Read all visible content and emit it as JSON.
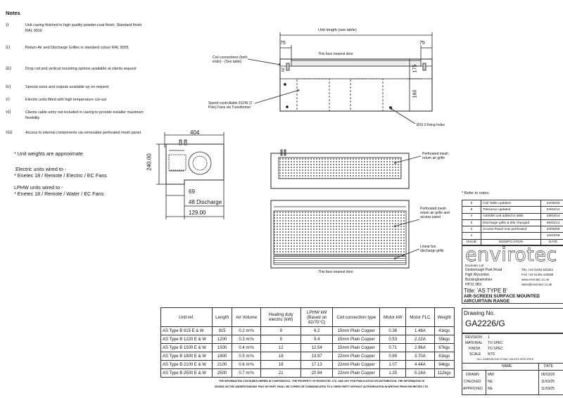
{
  "notes_title": "Notes",
  "notes": [
    {
      "n": "i)",
      "text": "Unit casing finished in high quality powder-coat finish. Standard finish RAL 9016"
    },
    {
      "n": "ii)",
      "text": "Return Air and Discharge Grilles in standard colour RAL 9005"
    },
    {
      "n": "iii)",
      "text": "Drop rod and vertical mounting options available at clients request"
    },
    {
      "n": "iv)",
      "text": "Special sizes and outputs available up on request"
    },
    {
      "n": "v)",
      "text": "Electric units fitted with high temperature cut-out"
    },
    {
      "n": "vi)",
      "text": "Clients cable entry not included in casing to provide installer maximum flexibility"
    },
    {
      "n": "vii)",
      "text": "Access to internal components via removable perforated mesh panel."
    }
  ],
  "weights_note": "* Unit weights are approximate",
  "electric_wired_title": "Electric units wired to -",
  "electric_wired": "* Enetec 18 / Remote / Electric / EC Fans",
  "lphw_wired_title": "LPHW units wired to -",
  "lphw_wired": "* Enetec 18 / Remote / Water / EC Fans",
  "drawing_labels": {
    "length_unit": "Unit length (see table)",
    "dim_75_left": "75",
    "dim_75_right": "75",
    "face_nearest_door_top": "This face nearest door",
    "coil_connections": "Coil connections (both ends) - (See table)",
    "dim_20": "20",
    "dim_175": "175",
    "dim_160": "160",
    "speed_controllable": "Speed controllable 2X2W (2 Pole) Fans via Transformer",
    "fixing_holes": "Ø10.0 fixing holes",
    "dim_404": "404",
    "dim_240": "240.00",
    "dim_69": "69",
    "dim_48": "48 Discharge",
    "dim_129": "129.00",
    "perforated_return": "Perforated mesh return air grille",
    "perforated_access": "Perforated mesh return air grille and access panel",
    "linear_bar": "Linear bar discharge grille",
    "face_nearest_door_bottom": "This face nearest door"
  },
  "spec_table": {
    "headers": [
      "Unit ref.",
      "Length",
      "Air Volume",
      "Heating duty electric (kW)",
      "LPHW kW (Based on 82/70°C)",
      "Coil connection type",
      "Motor kW",
      "Motor FLC",
      "Weight"
    ],
    "rows": [
      [
        "AS Type B 915 E & W",
        "915",
        "0.2 m³/s",
        "9",
        "6.2",
        "15mm Plain Copper",
        "0.36",
        "1.48A",
        "41kgs"
      ],
      [
        "AS Type B 1220 E & W",
        "1200",
        "0.3 m³/s",
        "9",
        "9.4",
        "15mm Plain Copper",
        "0.53",
        "2.22A",
        "55kgs"
      ],
      [
        "AS Type B 1500 E & W",
        "1500",
        "0.4 m³/s",
        "12",
        "12.54",
        "15mm Plain Copper",
        "0.71",
        "2.96A",
        "67kgs"
      ],
      [
        "AS Type B 1800 E & W",
        "1800",
        "0.5 m³/s",
        "18",
        "13.97",
        "22mm Plain Copper",
        "0.89",
        "3.70A",
        "81kgs"
      ],
      [
        "AS Type B 2100 E & W",
        "2100",
        "0.6 m³/s",
        "18",
        "17.13",
        "22mm Plain Copper",
        "1.07",
        "4.44A",
        "94kgs"
      ],
      [
        "AS Type B 2500 E & W",
        "2500",
        "0.7 m³/s",
        "21",
        "20.94",
        "22mm Plain Copper",
        "1.25",
        "5.18A",
        "112kgs"
      ]
    ]
  },
  "refer_notes": "* Refer to notes.",
  "revisions": {
    "rows": [
      [
        "6",
        "Coil Table updated",
        "22/08/16"
      ],
      [
        "5",
        "Tolerance updated",
        "04/04/14"
      ],
      [
        "4",
        "AS0000 unit added to table",
        "19/03/14"
      ],
      [
        "3",
        "Discharge grille & title changed",
        "06/01/14"
      ],
      [
        "2",
        "Access Panel now perforated",
        "23/09/09"
      ],
      [
        "1",
        "",
        "10/03/08"
      ]
    ],
    "footer": [
      "ISSUE",
      "MODIFICATION",
      "DATE"
    ]
  },
  "brand": {
    "logo": "envirotec",
    "company": "Envirotec Ltd",
    "address": [
      "Desborough Park Road",
      "High Wycombe,",
      "Buckinghamshire",
      "HP12 3BX"
    ],
    "tel": "TEL +44 01494 525342",
    "fax": "FAX +44 01494 440558",
    "web": "www.envirotec.co.uk",
    "email": "sales@envirotec.co.uk"
  },
  "title_block": {
    "title": "Title: 'AS TYPE B'",
    "subtitle1": "AIR-SCREEN SURFACE MOUNTED",
    "subtitle2": "AIRCURTAIN RANGE",
    "drawing_no_label": "Drawing No.",
    "drawing_no": "GA2226/G",
    "revision_label": "REVISION",
    "revision": "1",
    "material_label": "MATERIAL",
    "material": "TO SPEC",
    "finish_label": "FINISH",
    "finish": "TO SPEC",
    "scale_label": "SCALE",
    "scale": "NTS",
    "all_dims": "*ALL DIMENSIONS IN MM, UNLESS SPECIFIED",
    "name_hdr": "NAME",
    "date_hdr": "DATE",
    "drawn_label": "DRAWN",
    "drawn_name": "MW",
    "drawn_date": "06/03/25",
    "checked_label": "CHECKED",
    "checked_name": "NE",
    "checked_date": "11/03/25",
    "approved_label": "APPROVED",
    "approved_name": "NE",
    "approved_date": "11/03/25"
  },
  "confidential_line1": "THE INFORMATION CONTAINED HEREIN IS CONFIDENTIAL. THE PROPERTY OF ENVIROTEC LTD. AND NOT FOR PUBLICATION OR DISTRIBUTION. THE INFORMATION IS",
  "confidential_line2": "ISSUED ON THE UNDERSTANDING THAT NO PART SHALL BE COPIED OR COMMUNICATED TO A THIRD PARTY WITHOUT AUTHORISATION IN WRITING FROM ENVIROTEC LTD."
}
